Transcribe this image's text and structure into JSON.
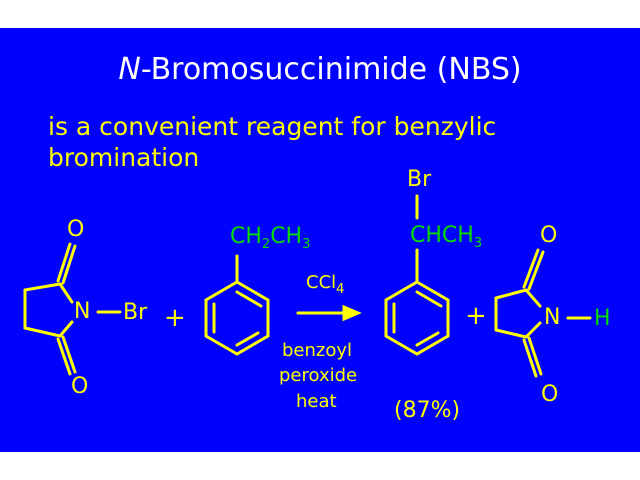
{
  "slide": {
    "title_italic": "N",
    "title_rest": "-Bromosuccinimide (NBS)",
    "intro_line1": "is a convenient reagent for benzylic",
    "intro_line2": "bromination"
  },
  "reactant_nbs": {
    "o_top": "O",
    "n": "N",
    "br": "Br",
    "o_bottom": "O"
  },
  "plus1": "+",
  "reactant_ethylbenzene": {
    "sub_a": "CH",
    "sub_a_index": "2",
    "sub_b": "CH",
    "sub_b_index": "3"
  },
  "conditions": {
    "reagent": "CCl",
    "reagent_index": "4",
    "line1": "benzoyl",
    "line2": "peroxide",
    "line3": "heat"
  },
  "product_bromide": {
    "br": "Br",
    "sub": "CHCH",
    "sub_index": "3",
    "yield": "(87%)"
  },
  "plus2": "+",
  "product_succinimide": {
    "o_top": "O",
    "n": "N",
    "h": "H",
    "o_bottom": "O"
  },
  "colors": {
    "background": "#0000ff",
    "text": "#ffff00",
    "title": "#ffffff",
    "highlight": "#00dd00"
  }
}
